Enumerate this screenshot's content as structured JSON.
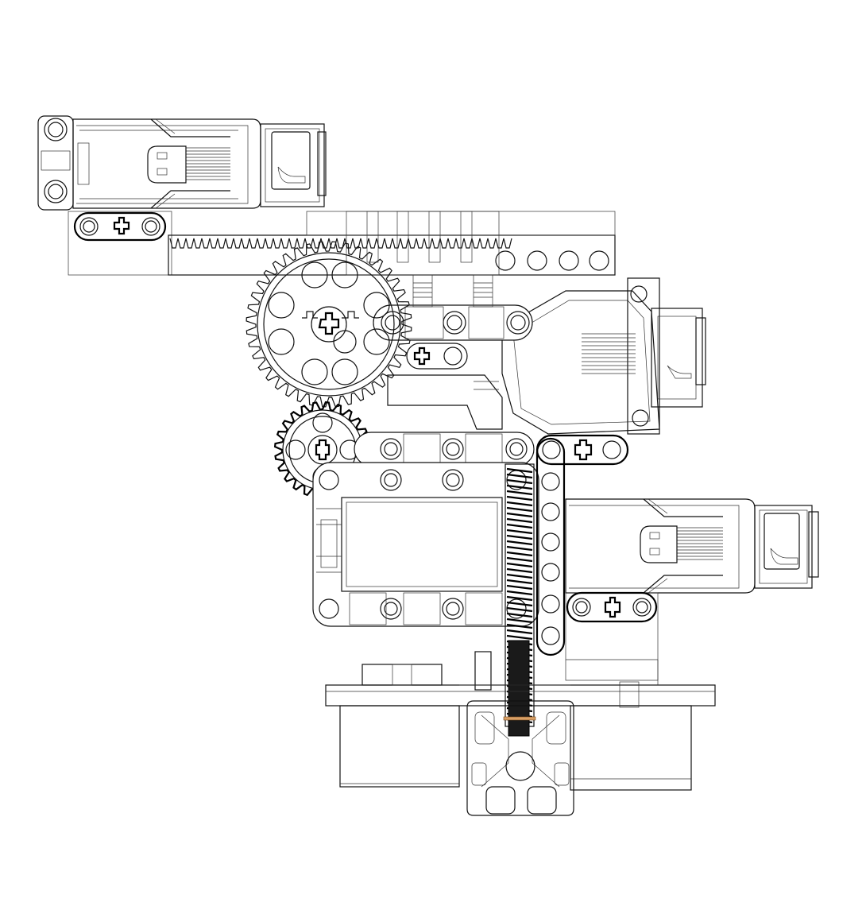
{
  "view": {
    "background": "#ffffff",
    "line_color": "#111111",
    "accent": "#d9a066"
  },
  "parts": [
    {
      "id": "motor-top-left",
      "icon": "large-motor-icon"
    },
    {
      "id": "motor-right-middle",
      "icon": "large-motor-icon"
    },
    {
      "id": "motor-bottom-right",
      "icon": "large-motor-icon"
    },
    {
      "id": "gear-rack",
      "icon": "rack-gear-icon"
    },
    {
      "id": "gear-large-40t",
      "icon": "gear-icon"
    },
    {
      "id": "gear-small-24t",
      "icon": "gear-icon"
    },
    {
      "id": "frame-5x7",
      "icon": "frame-icon"
    },
    {
      "id": "vertical-beam",
      "icon": "liftarm-icon"
    },
    {
      "id": "worm-gear-shaft",
      "icon": "worm-gear-icon"
    },
    {
      "id": "ultrasonic-sensor",
      "icon": "sensor-icon"
    },
    {
      "id": "connector-hub",
      "icon": "connector-icon"
    }
  ]
}
